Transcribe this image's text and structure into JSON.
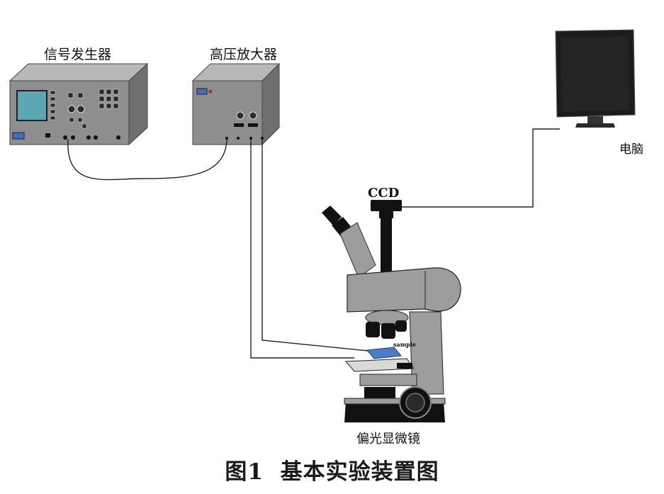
{
  "labels": {
    "signal_generator": "信号发生器",
    "hv_amplifier": "高压放大器",
    "computer": "电脑",
    "ccd": "CCD",
    "sample": "sample",
    "polarizing_microscope": "偏光显微镜"
  },
  "caption": "图1  基本实验装置图",
  "colors": {
    "device_front": "#8e8e8e",
    "device_top": "#b8b8b8",
    "device_side": "#6f6f6f",
    "screen": "#5fa6b4",
    "microscope_body": "#9d9d9d",
    "microscope_dark": "#1a1a1a",
    "sample_slide": "#4a7cc7",
    "monitor": "#1c1c1c"
  }
}
